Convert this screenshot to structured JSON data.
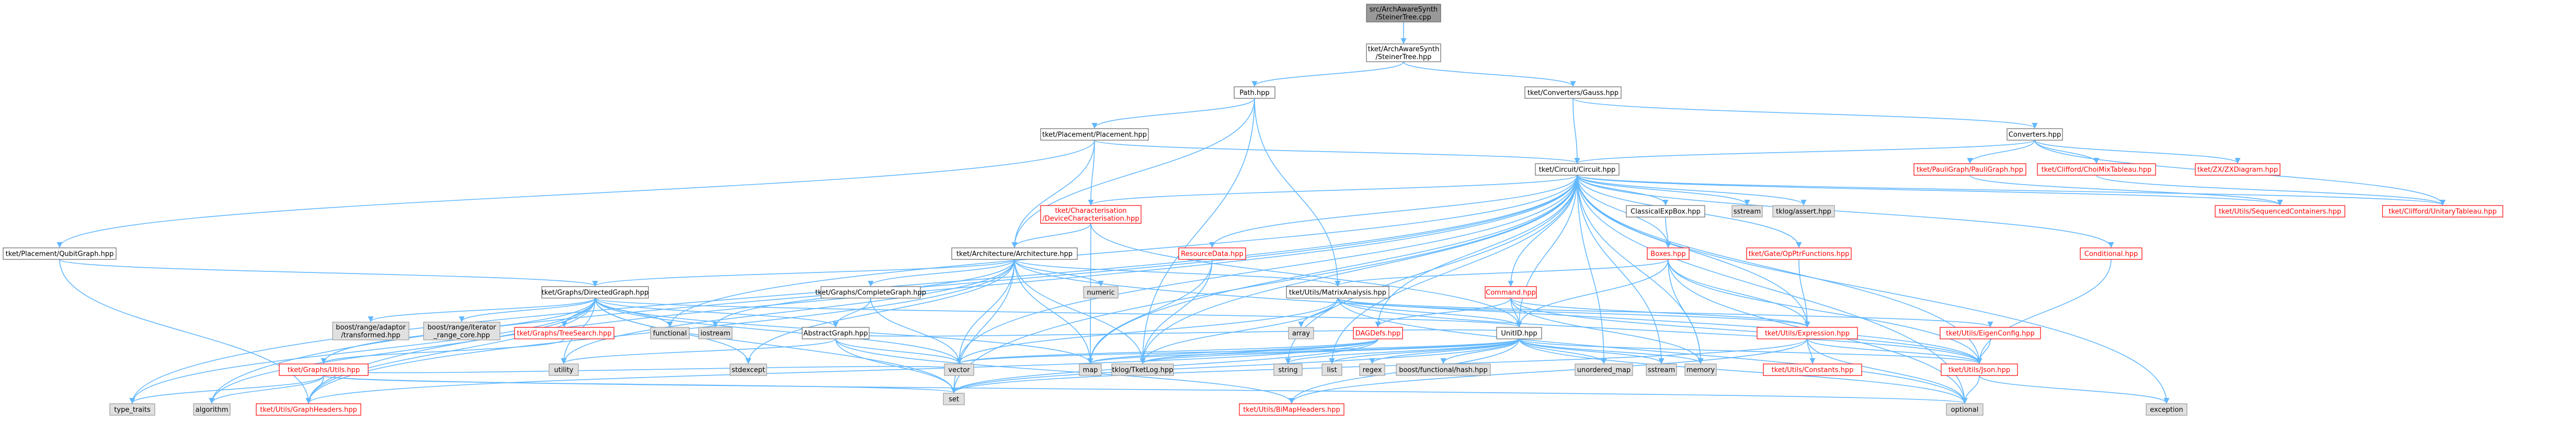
{
  "colors": {
    "root_fill": "#999999",
    "node_fill": "#ffffff",
    "node_stroke": "#666666",
    "ext_fill": "#e0e0e0",
    "ext_stroke": "#999999",
    "red_stroke": "#ff0000",
    "red_text": "#ff0000",
    "text": "#000000",
    "edge": "#63b8ff"
  },
  "nodes": [
    {
      "id": "root",
      "lines": [
        "src/ArchAwareSynth",
        "/SteinerTree.cpp"
      ],
      "style": "root"
    },
    {
      "id": "steiner_hpp",
      "lines": [
        "tket/ArchAwareSynth",
        "/SteinerTree.hpp"
      ],
      "style": "normal"
    },
    {
      "id": "path",
      "lines": [
        "Path.hpp"
      ],
      "style": "normal"
    },
    {
      "id": "gauss",
      "lines": [
        "tket/Converters/Gauss.hpp"
      ],
      "style": "normal"
    },
    {
      "id": "placement",
      "lines": [
        "tket/Placement/Placement.hpp"
      ],
      "style": "normal"
    },
    {
      "id": "converters",
      "lines": [
        "Converters.hpp"
      ],
      "style": "normal"
    },
    {
      "id": "circuit",
      "lines": [
        "tket/Circuit/Circuit.hpp"
      ],
      "style": "normal"
    },
    {
      "id": "qubitgraph",
      "lines": [
        "tket/Placement/QubitGraph.hpp"
      ],
      "style": "normal"
    },
    {
      "id": "paulig",
      "lines": [
        "tket/PauliGraph/PauliGraph.hpp"
      ],
      "style": "red"
    },
    {
      "id": "chomix",
      "lines": [
        "tket/Clifford/ChoiMixTableau.hpp"
      ],
      "style": "red"
    },
    {
      "id": "zxdiagram",
      "lines": [
        "tket/ZX/ZXDiagram.hpp"
      ],
      "style": "red"
    },
    {
      "id": "charact",
      "lines": [
        "tket/Characterisation",
        "/DeviceCharacterisation.hpp"
      ],
      "style": "red"
    },
    {
      "id": "seqcont",
      "lines": [
        "tket/Utils/SequencedContainers.hpp"
      ],
      "style": "red"
    },
    {
      "id": "unitab",
      "lines": [
        "tket/Clifford/UnitaryTableau.hpp"
      ],
      "style": "red"
    },
    {
      "id": "classexp",
      "lines": [
        "ClassicalExpBox.hpp"
      ],
      "style": "normal"
    },
    {
      "id": "sstream1",
      "lines": [
        "sstream"
      ],
      "style": "ext"
    },
    {
      "id": "tklogassert",
      "lines": [
        "tklog/assert.hpp"
      ],
      "style": "ext"
    },
    {
      "id": "arch",
      "lines": [
        "tket/Architecture/Architecture.hpp"
      ],
      "style": "normal"
    },
    {
      "id": "resdata",
      "lines": [
        "ResourceData.hpp"
      ],
      "style": "red"
    },
    {
      "id": "boxes",
      "lines": [
        "Boxes.hpp"
      ],
      "style": "red"
    },
    {
      "id": "gateop",
      "lines": [
        "tket/Gate/OpPtrFunctions.hpp"
      ],
      "style": "red"
    },
    {
      "id": "conditional",
      "lines": [
        "Conditional.hpp"
      ],
      "style": "red"
    },
    {
      "id": "numeric",
      "lines": [
        "numeric"
      ],
      "style": "ext"
    },
    {
      "id": "dirgraph",
      "lines": [
        "tket/Graphs/DirectedGraph.hpp"
      ],
      "style": "normal"
    },
    {
      "id": "complete",
      "lines": [
        "tket/Graphs/CompleteGraph.hpp"
      ],
      "style": "normal"
    },
    {
      "id": "matrixan",
      "lines": [
        "tket/Utils/MatrixAnalysis.hpp"
      ],
      "style": "normal"
    },
    {
      "id": "command",
      "lines": [
        "Command.hpp"
      ],
      "style": "red"
    },
    {
      "id": "boostadaptor",
      "lines": [
        "boost/range/adaptor",
        "/transformed.hpp"
      ],
      "style": "ext"
    },
    {
      "id": "boostiter",
      "lines": [
        "boost/range/iterator",
        "_range_core.hpp"
      ],
      "style": "ext"
    },
    {
      "id": "treesearch",
      "lines": [
        "tket/Graphs/TreeSearch.hpp"
      ],
      "style": "red"
    },
    {
      "id": "functional",
      "lines": [
        "functional"
      ],
      "style": "ext"
    },
    {
      "id": "iostream",
      "lines": [
        "iostream"
      ],
      "style": "ext"
    },
    {
      "id": "absgraph",
      "lines": [
        "AbstractGraph.hpp"
      ],
      "style": "normal"
    },
    {
      "id": "array",
      "lines": [
        "array"
      ],
      "style": "ext"
    },
    {
      "id": "dagdefs",
      "lines": [
        "DAGDefs.hpp"
      ],
      "style": "red"
    },
    {
      "id": "unitid",
      "lines": [
        "UnitID.hpp"
      ],
      "style": "normal"
    },
    {
      "id": "expression",
      "lines": [
        "tket/Utils/Expression.hpp"
      ],
      "style": "red"
    },
    {
      "id": "eigencfg",
      "lines": [
        "tket/Utils/EigenConfig.hpp"
      ],
      "style": "red"
    },
    {
      "id": "graphutils",
      "lines": [
        "tket/Graphs/Utils.hpp"
      ],
      "style": "red"
    },
    {
      "id": "utility",
      "lines": [
        "utility"
      ],
      "style": "ext"
    },
    {
      "id": "stdexcept",
      "lines": [
        "stdexcept"
      ],
      "style": "ext"
    },
    {
      "id": "vector",
      "lines": [
        "vector"
      ],
      "style": "ext"
    },
    {
      "id": "map",
      "lines": [
        "map"
      ],
      "style": "ext"
    },
    {
      "id": "tklog",
      "lines": [
        "tklog/TketLog.hpp"
      ],
      "style": "ext"
    },
    {
      "id": "string",
      "lines": [
        "string"
      ],
      "style": "ext"
    },
    {
      "id": "list",
      "lines": [
        "list"
      ],
      "style": "ext"
    },
    {
      "id": "regex",
      "lines": [
        "regex"
      ],
      "style": "ext"
    },
    {
      "id": "boostfunc",
      "lines": [
        "boost/functional/hash.hpp"
      ],
      "style": "ext"
    },
    {
      "id": "unordmap",
      "lines": [
        "unordered_map"
      ],
      "style": "ext"
    },
    {
      "id": "sstream2",
      "lines": [
        "sstream"
      ],
      "style": "ext"
    },
    {
      "id": "memory",
      "lines": [
        "memory"
      ],
      "style": "ext"
    },
    {
      "id": "constants",
      "lines": [
        "tket/Utils/Constants.hpp"
      ],
      "style": "red"
    },
    {
      "id": "json",
      "lines": [
        "tket/Utils/Json.hpp"
      ],
      "style": "red"
    },
    {
      "id": "typetraits",
      "lines": [
        "type_traits"
      ],
      "style": "ext"
    },
    {
      "id": "algorithm",
      "lines": [
        "algorithm"
      ],
      "style": "ext"
    },
    {
      "id": "graphheaders",
      "lines": [
        "tket/Utils/GraphHeaders.hpp"
      ],
      "style": "red"
    },
    {
      "id": "set",
      "lines": [
        "set"
      ],
      "style": "ext"
    },
    {
      "id": "bimap",
      "lines": [
        "tket/Utils/BiMapHeaders.hpp"
      ],
      "style": "red"
    },
    {
      "id": "optional",
      "lines": [
        "optional"
      ],
      "style": "ext"
    },
    {
      "id": "exception",
      "lines": [
        "exception"
      ],
      "style": "ext"
    }
  ]
}
